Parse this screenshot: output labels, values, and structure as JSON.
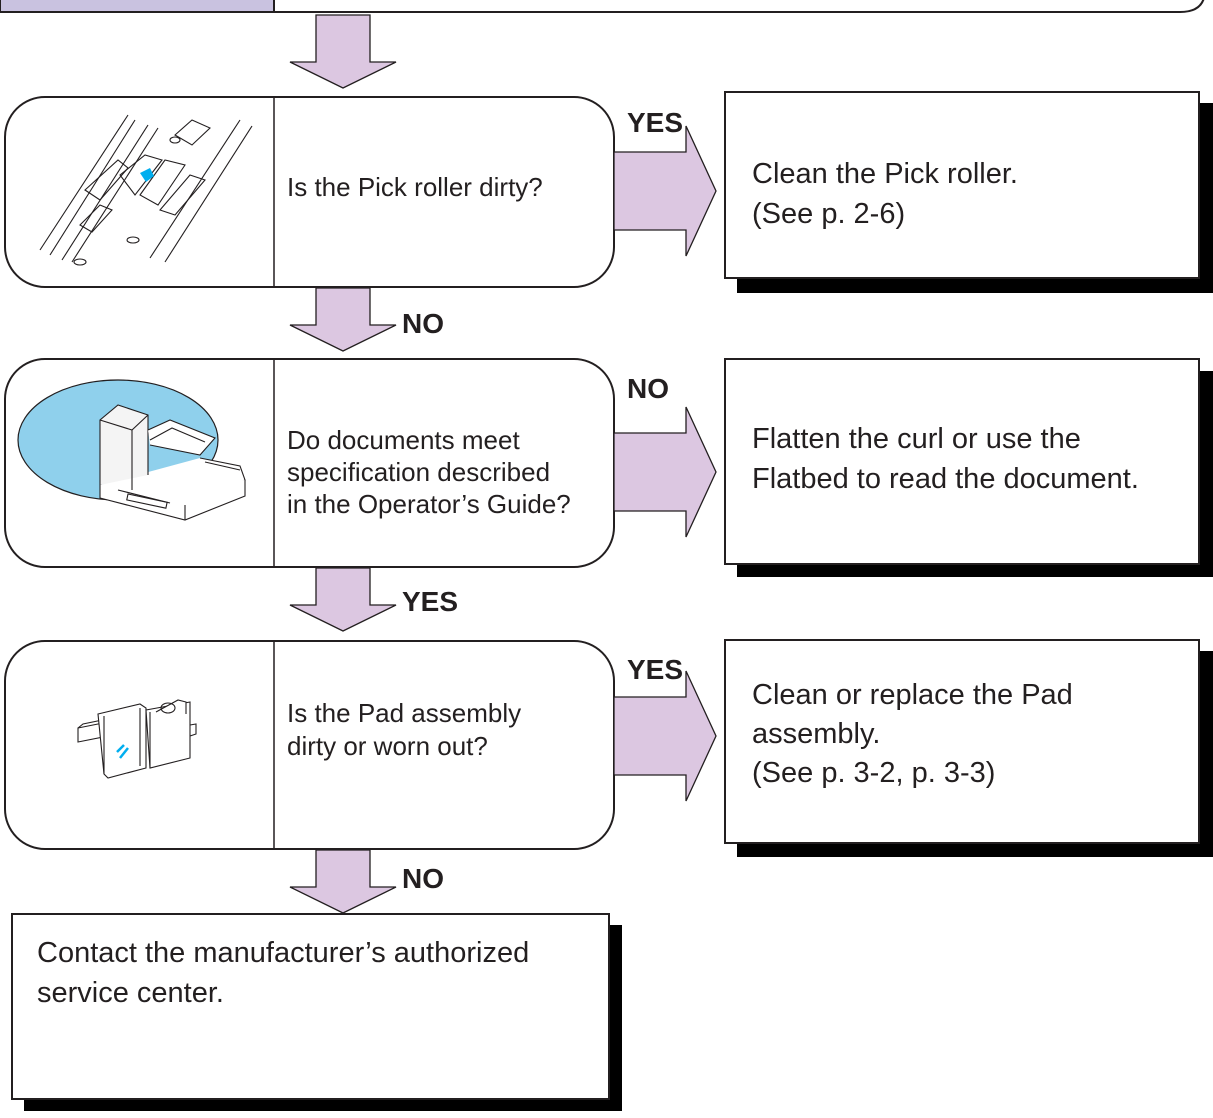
{
  "steps": [
    {
      "question": [
        "Is the Pick roller dirty?"
      ],
      "illustration": "pick-roller-illustration",
      "branch_label": "YES",
      "down_label": "NO",
      "action": [
        "Clean the Pick roller.",
        "(See p. 2-6)"
      ]
    },
    {
      "question": [
        "Do documents meet",
        "specification described",
        "in the Operator’s Guide?"
      ],
      "illustration": "scanner-illustration",
      "branch_label": "NO",
      "down_label": "YES",
      "action": [
        "Flatten the curl or use the",
        "Flatbed to read the document."
      ]
    },
    {
      "question": [
        "Is the Pad assembly",
        "dirty or worn out?"
      ],
      "illustration": "pad-assembly-illustration",
      "branch_label": "YES",
      "down_label": "NO",
      "action": [
        "Clean or replace the Pad",
        "assembly.",
        "(See p. 3-2, p. 3-3)"
      ]
    }
  ],
  "final_action": [
    "Contact the manufacturer’s authorized",
    "service center."
  ],
  "colors": {
    "arrow_fill": "#dcc7e1",
    "header_fill": "#c9c2e0",
    "highlight_cyan": "#00aeef",
    "circle_fill": "#8fd0ec"
  }
}
